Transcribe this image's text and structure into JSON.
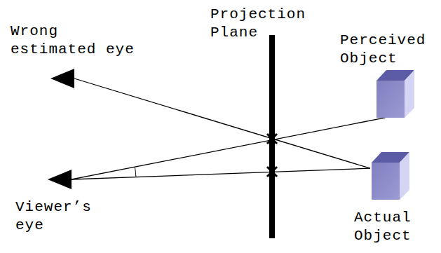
{
  "diagram": {
    "nodes": [
      {
        "text": [
          "Wrong estimated eye"
        ]
      },
      {
        "text": [
          "Perceived Object"
        ]
      },
      {
        "text": [
          "Viewer’s eye"
        ]
      },
      {
        "text": [
          "Actual Object"
        ]
      }
    ],
    "edges": [
      {
        "from": 0,
        "to": 3,
        "arrow": "none"
      },
      {
        "from": 2,
        "to": 1,
        "arrow": "none"
      },
      {
        "from": 2,
        "to": 3,
        "arrow": "none"
      }
    ],
    "labels": [
      "Projection Plane"
    ]
  }
}
